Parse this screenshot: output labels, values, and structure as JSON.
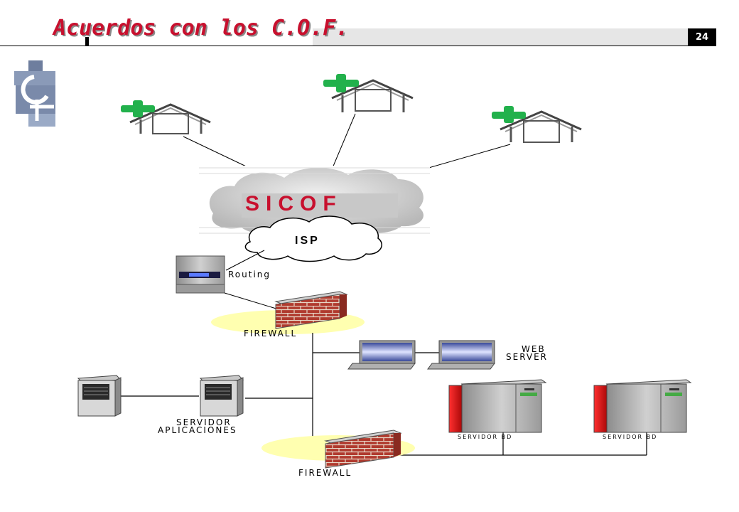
{
  "header": {
    "title": "Acuerdos con los C.O.F.",
    "page_number": "24"
  },
  "diagram": {
    "cloud_label": "SICOF",
    "isp_label": "ISP",
    "routing_label": "Routing",
    "firewall_top_label": "FIREWALL",
    "firewall_bottom_label": "FIREWALL",
    "web_server_line1": "WEB",
    "web_server_line2": "SERVER",
    "app_server_line1": "SERVIDOR",
    "app_server_line2": "APLICACIONES",
    "db_server_1_label": "SERVIDOR BD",
    "db_server_2_label": "SERVIDOR BD"
  },
  "colors": {
    "title_red": "#c8102e",
    "pharmacy_cross_green": "#22b14c",
    "firewall_brick": "#b03a2e",
    "firewall_ellipse": "#ffffb0",
    "db_server_red": "#cc0000"
  }
}
